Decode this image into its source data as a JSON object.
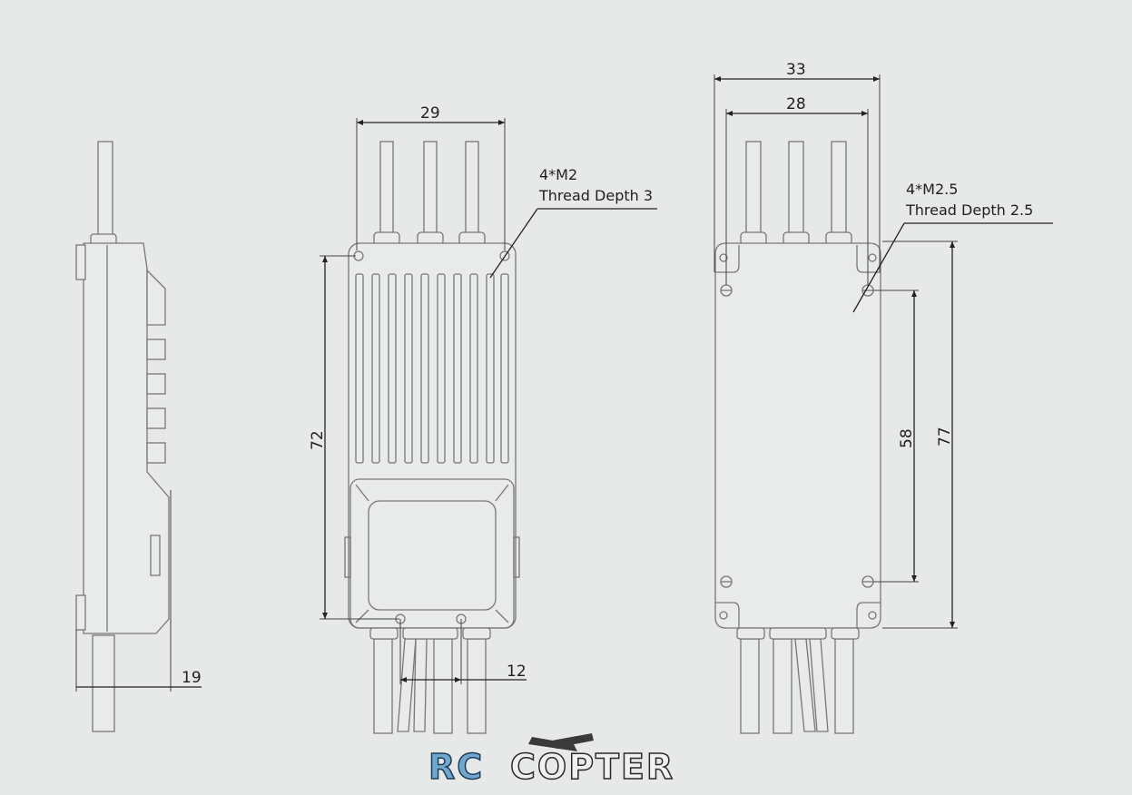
{
  "side_view": {
    "width_label": "19"
  },
  "front_view": {
    "width_label": "29",
    "height_label": "72",
    "pitch_label": "12",
    "hole_note_line1": "4*M2",
    "hole_note_line2": "Thread Depth 3"
  },
  "back_view": {
    "outer_width_label": "33",
    "inner_width_label": "28",
    "hole_spacing_label": "58",
    "total_height_label": "77",
    "hole_note_line1": "4*M2.5",
    "hole_note_line2": "Thread Depth 2.5"
  },
  "watermark": {
    "rc": "RC",
    "copter": "COPTER"
  },
  "colors": {
    "background": "#e7e8e8",
    "outline": "#777777",
    "dimension": "#222222",
    "logo_rc": "#6fa8cc"
  }
}
